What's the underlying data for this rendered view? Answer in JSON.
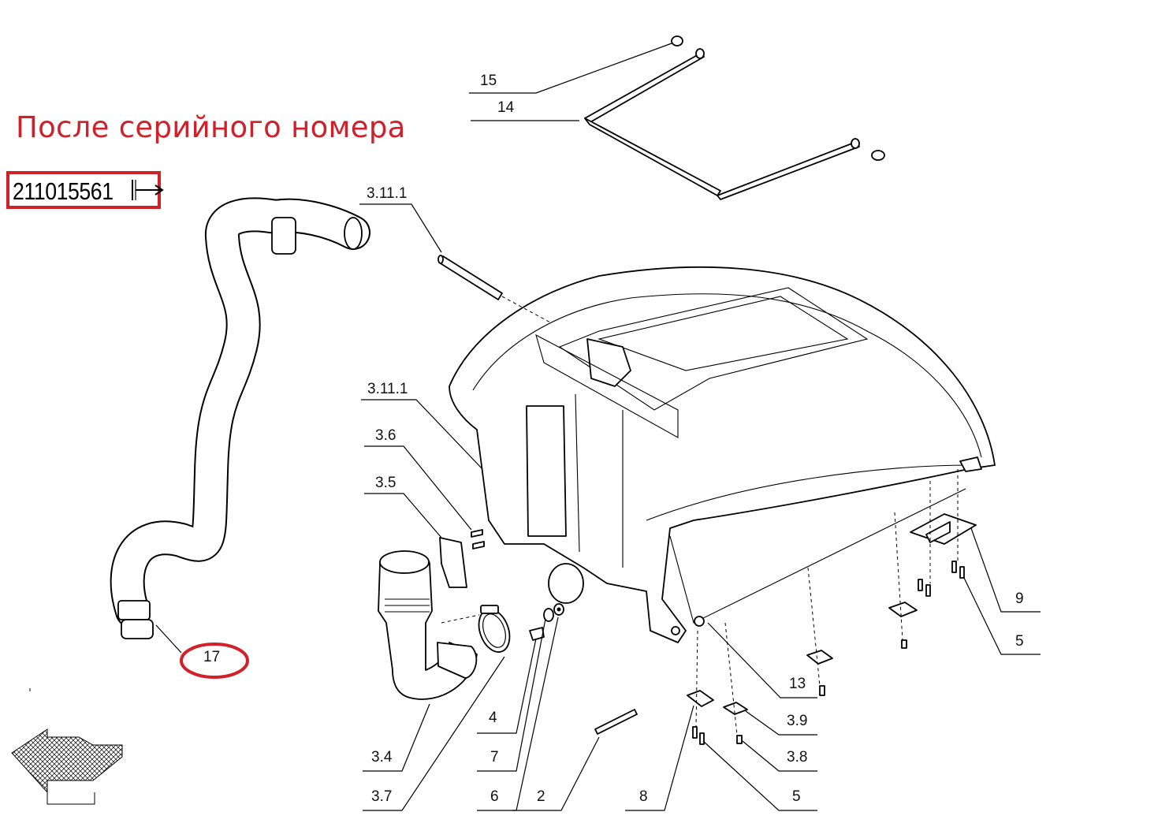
{
  "note": {
    "text": "После серийного номера"
  },
  "serial": {
    "number": "211015561"
  },
  "colors": {
    "highlight": "#d0202a",
    "line": "#000000"
  },
  "callouts": [
    {
      "id": "c-15",
      "label": "15"
    },
    {
      "id": "c-14",
      "label": "14"
    },
    {
      "id": "c-3111-top",
      "label": "3.11.1"
    },
    {
      "id": "c-3111",
      "label": "3.11.1"
    },
    {
      "id": "c-36",
      "label": "3.6"
    },
    {
      "id": "c-35",
      "label": "3.5"
    },
    {
      "id": "c-9",
      "label": "9"
    },
    {
      "id": "c-5-right",
      "label": "5"
    },
    {
      "id": "c-13",
      "label": "13"
    },
    {
      "id": "c-39",
      "label": "3.9"
    },
    {
      "id": "c-38",
      "label": "3.8"
    },
    {
      "id": "c-5-bottom",
      "label": "5"
    },
    {
      "id": "c-8",
      "label": "8"
    },
    {
      "id": "c-2",
      "label": "2"
    },
    {
      "id": "c-6",
      "label": "6"
    },
    {
      "id": "c-7",
      "label": "7"
    },
    {
      "id": "c-4",
      "label": "4"
    },
    {
      "id": "c-37",
      "label": "3.7"
    },
    {
      "id": "c-34",
      "label": "3.4"
    },
    {
      "id": "c-17",
      "label": "17"
    }
  ]
}
